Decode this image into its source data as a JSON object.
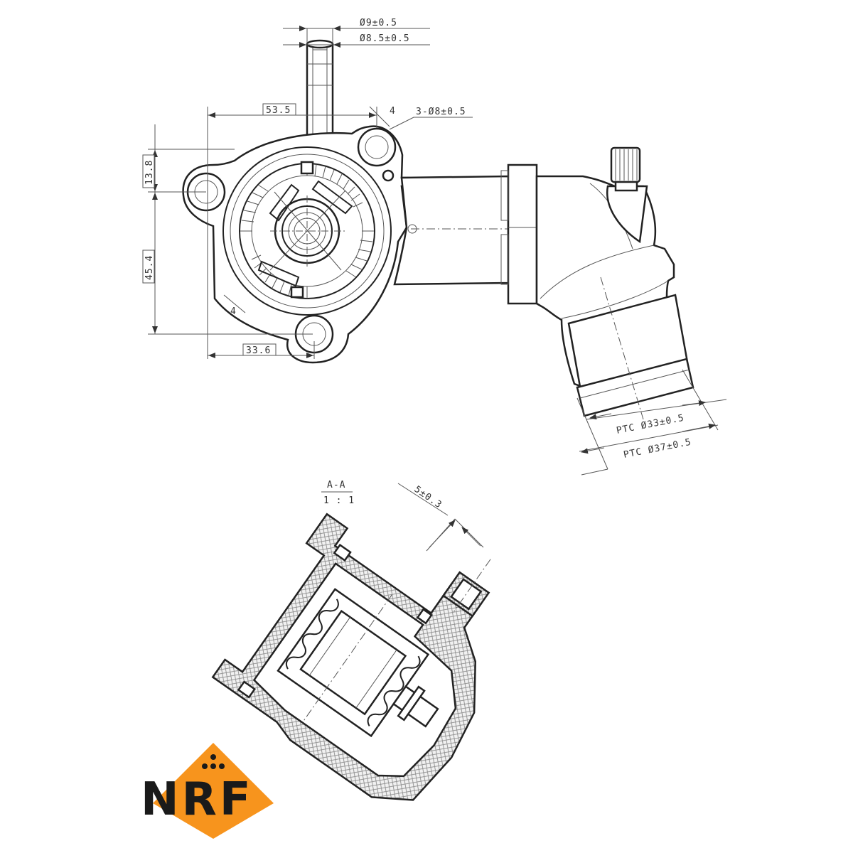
{
  "dimensions": {
    "d_outer_small": "Ø9±0.5",
    "d_inner_small": "Ø8.5±0.5",
    "flange_width": "53.5",
    "angle_top": "4",
    "bolt_holes": "3-Ø8±0.5",
    "height_top": "13.8",
    "height_mid": "45.4",
    "angle_left": "4",
    "flange_bottom": "33.6",
    "ptc_inner": "PTC Ø33±0.5",
    "ptc_outer": "PTC Ø37±0.5",
    "section_wall": "5±0.3"
  },
  "section": {
    "name": "A-A",
    "scale": "1 : 1"
  },
  "logo": {
    "text": "NRF",
    "accent_color": "#F7941D",
    "dark_color": "#1a1a1a"
  }
}
